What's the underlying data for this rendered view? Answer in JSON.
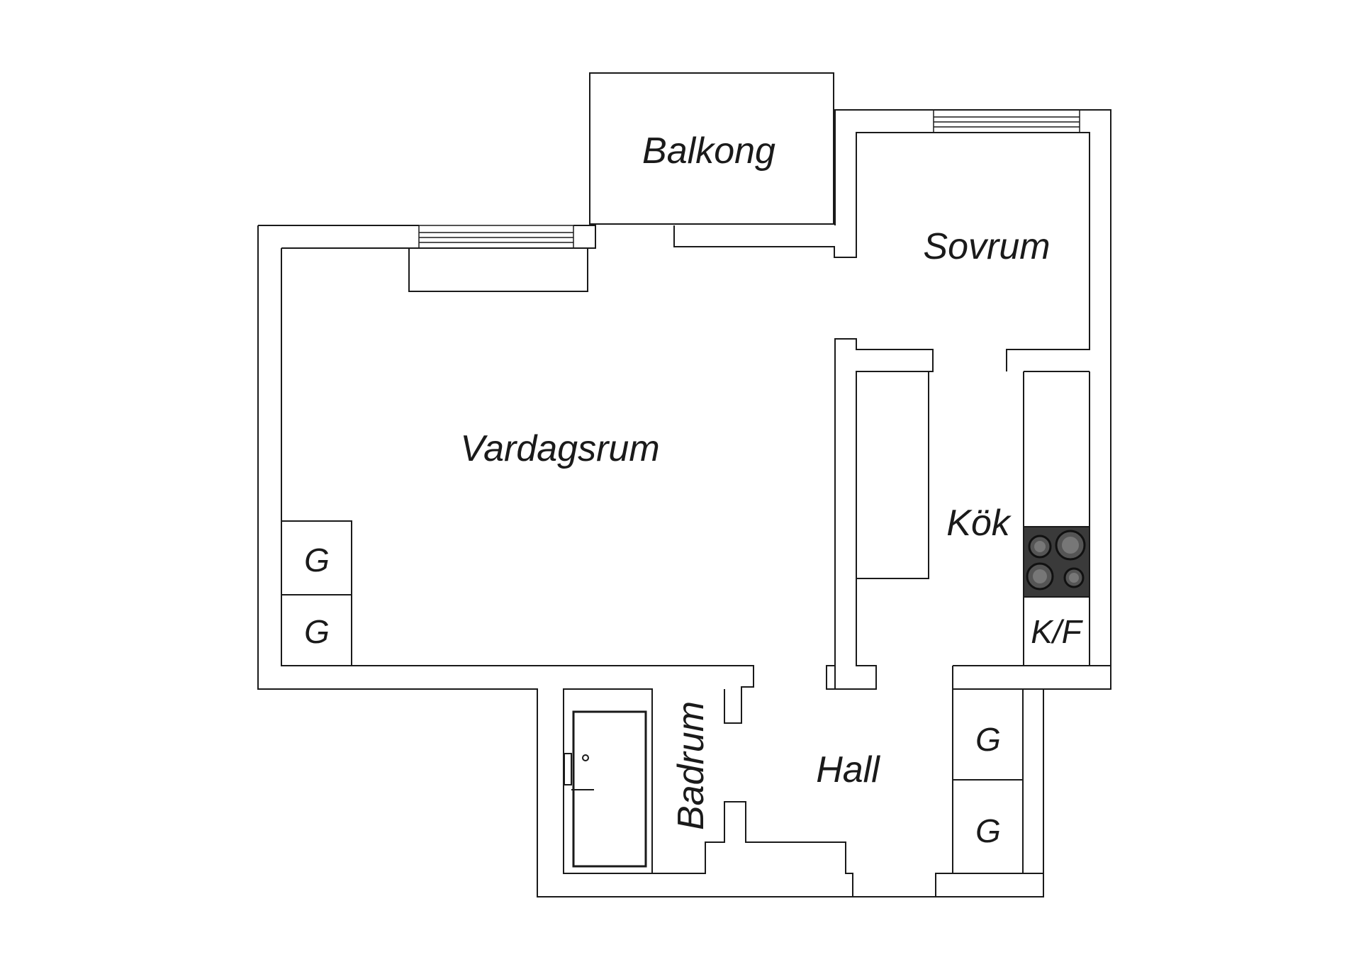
{
  "rooms": {
    "balcony": "Balkong",
    "bedroom": "Sovrum",
    "living_room": "Vardagsrum",
    "kitchen": "Kök",
    "hall": "Hall",
    "bathroom": "Badrum"
  },
  "fixtures": {
    "closet": "G",
    "fridge_freezer": "K/F"
  },
  "icons": {
    "stove": "stove-icon",
    "bathtub": "bathtub-icon"
  },
  "colors": {
    "line": "#1a1a1a",
    "background": "#ffffff",
    "stove": "#3a3a3a"
  }
}
